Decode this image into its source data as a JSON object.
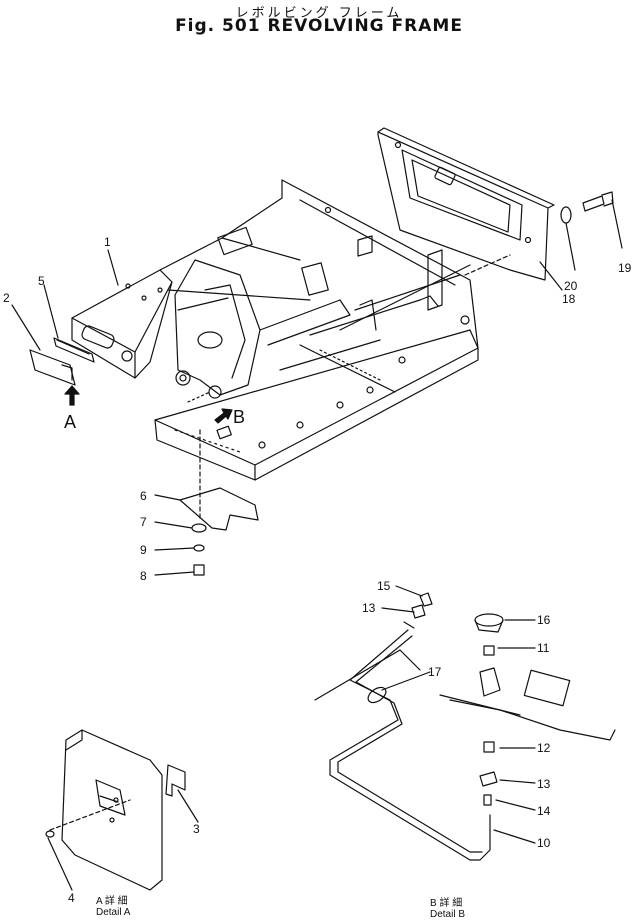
{
  "header": {
    "title_jp": "レボルビング フレーム",
    "title": "Fig. 501 REVOLVING FRAME"
  },
  "callouts": [
    "1",
    "2",
    "3",
    "4",
    "5",
    "6",
    "7",
    "8",
    "9",
    "10",
    "11",
    "12",
    "13",
    "14",
    "15",
    "16",
    "17",
    "18",
    "19",
    "20"
  ],
  "view_markers": {
    "a": "A",
    "b": "B"
  },
  "details": {
    "a_jp": "A 詳 細",
    "a_en": "Detail A",
    "b_jp": "B 詳 細",
    "b_en": "Detail B"
  }
}
